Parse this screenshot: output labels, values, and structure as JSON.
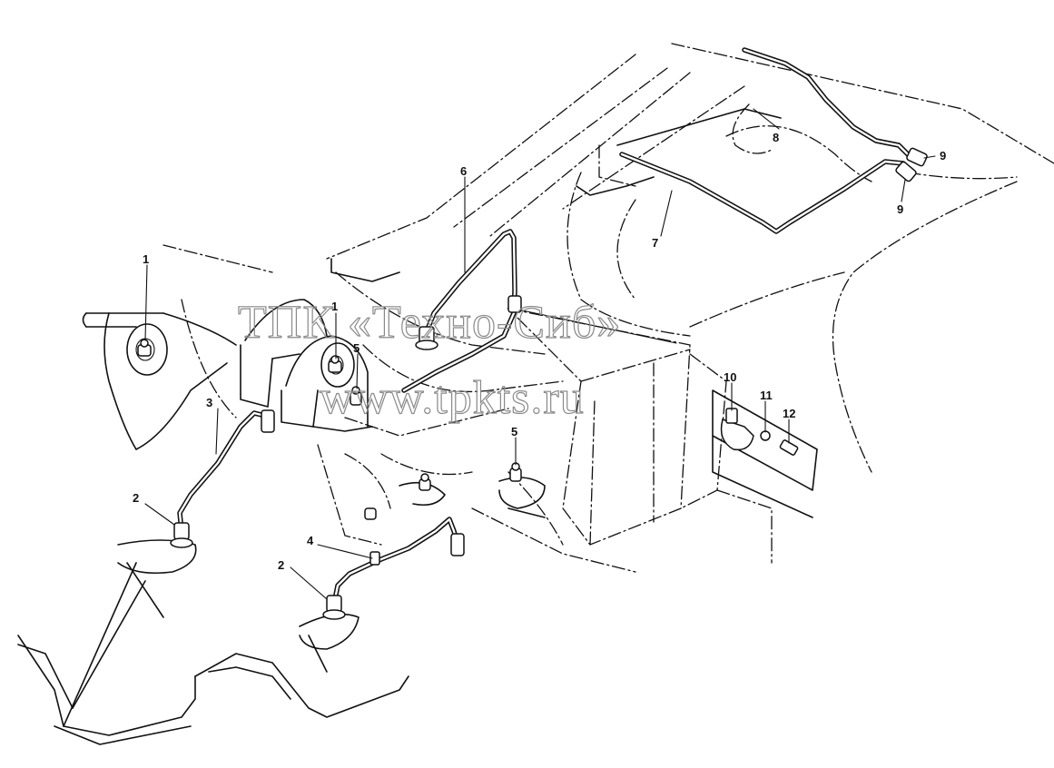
{
  "callouts": [
    "1",
    "1",
    "2",
    "2",
    "3",
    "4",
    "5",
    "5",
    "6",
    "7",
    "8",
    "9",
    "9",
    "10",
    "11",
    "12"
  ],
  "watermark": {
    "line1": "ТПК «Техно-Сиб»",
    "line2": "www.tpkts.ru"
  }
}
